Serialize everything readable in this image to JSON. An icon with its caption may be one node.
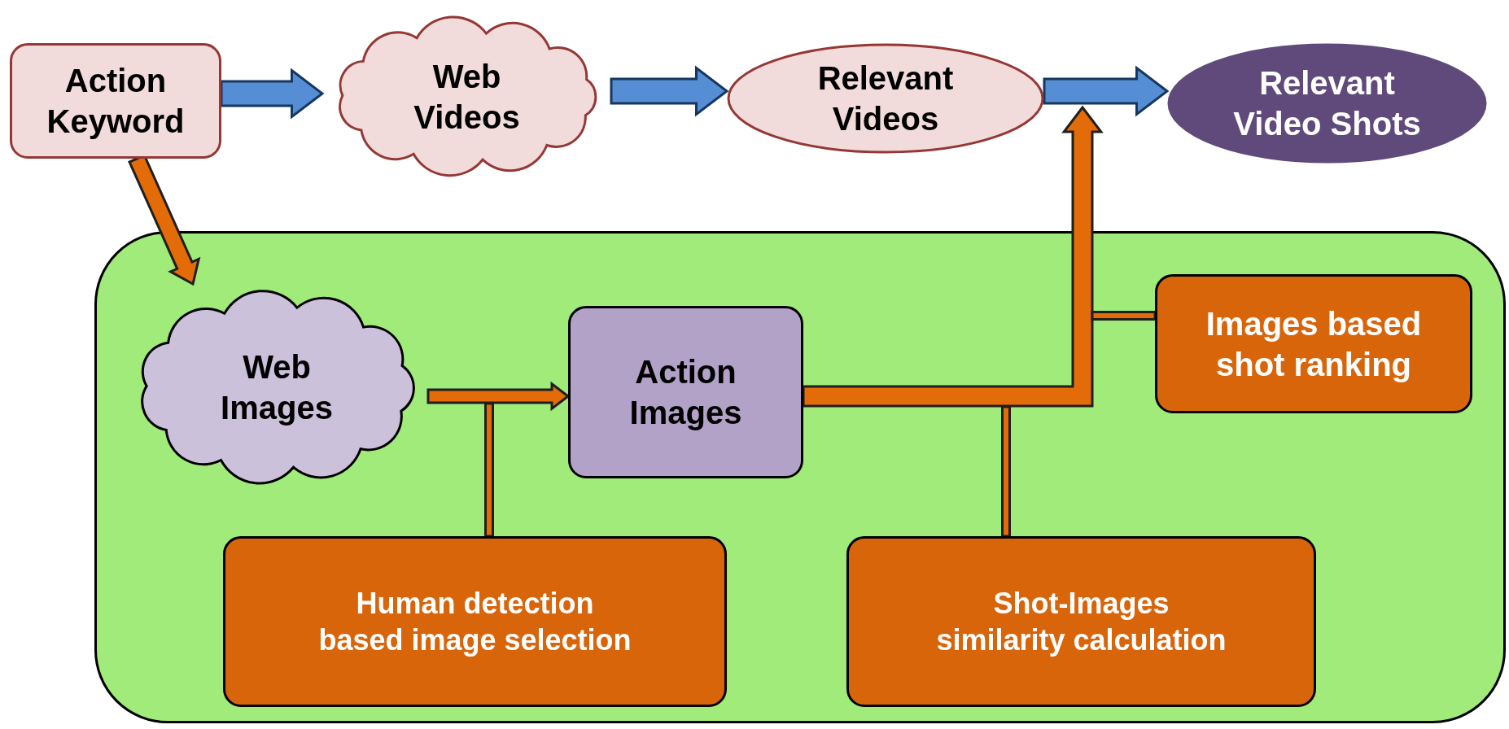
{
  "diagram": {
    "nodes": [
      {
        "text": [
          "Action Keyword"
        ]
      },
      {
        "text": [
          "Web Videos"
        ]
      },
      {
        "text": [
          "Relevant Videos"
        ]
      },
      {
        "text": [
          "Relevant Video Shots"
        ]
      },
      {
        "text": [],
        "shape": "box"
      },
      {
        "text": [
          "Web Images"
        ],
        "in": 4
      },
      {
        "text": [
          "Action Images"
        ],
        "in": 4
      },
      {
        "text": [
          "Images based shot ranking"
        ],
        "in": 4
      },
      {
        "text": [
          "Human detection based image selection"
        ],
        "in": 4
      },
      {
        "text": [
          "Shot-Images similarity calculation"
        ],
        "in": 4
      }
    ],
    "edges": [
      {
        "from": 0,
        "to": 1,
        "arrow": "to",
        "style": "thick",
        "color": "#558ed5"
      },
      {
        "from": 1,
        "to": 2,
        "arrow": "to",
        "style": "thick",
        "color": "#558ed5"
      },
      {
        "from": 2,
        "to": 3,
        "arrow": "to",
        "style": "thick",
        "color": "#558ed5"
      },
      {
        "from": 0,
        "to": 5,
        "arrow": "to",
        "style": "thick"
      },
      {
        "from": 5,
        "to": 6,
        "arrow": "to",
        "style": "thick"
      },
      {
        "from": 8,
        "to": null,
        "arrow": "none"
      },
      {
        "from": 6,
        "to": null,
        "arrow": "to",
        "style": "thick"
      },
      {
        "from": 9,
        "to": null,
        "arrow": "none"
      },
      {
        "from": 7,
        "to": null,
        "arrow": "none"
      }
    ]
  }
}
